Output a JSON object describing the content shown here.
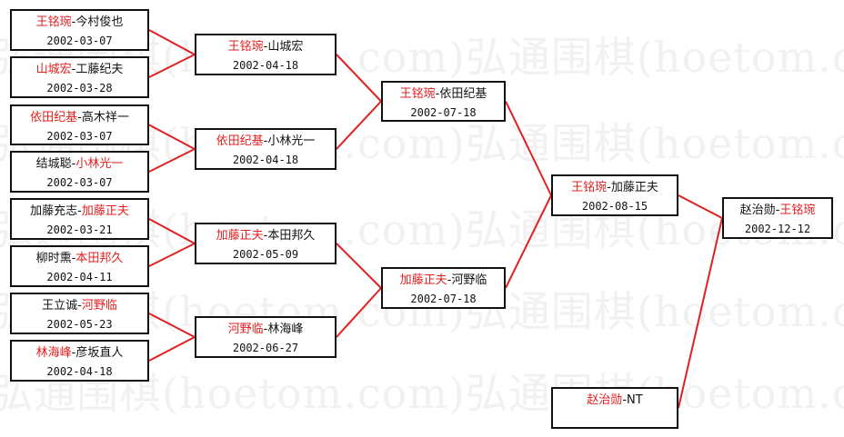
{
  "watermark": "弘通围棋(hoetom.com)弘通围棋(hoetom.com)弘通围棋",
  "colors": {
    "winner": "#e02020",
    "line": "#e02020",
    "border": "#111111"
  },
  "matches": [
    {
      "id": "r1m1",
      "p1": "王铭琬",
      "p2": "今村俊也",
      "winner": 1,
      "date": "2002-03-07"
    },
    {
      "id": "r1m2",
      "p1": "山城宏",
      "p2": "工藤纪夫",
      "winner": 1,
      "date": "2002-03-28"
    },
    {
      "id": "r1m3",
      "p1": "依田纪基",
      "p2": "高木祥一",
      "winner": 1,
      "date": "2002-03-07"
    },
    {
      "id": "r1m4",
      "p1": "结城聪",
      "p2": "小林光一",
      "winner": 2,
      "date": "2002-03-07"
    },
    {
      "id": "r1m5",
      "p1": "加藤充志",
      "p2": "加藤正夫",
      "winner": 2,
      "date": "2002-03-21"
    },
    {
      "id": "r1m6",
      "p1": "柳时熏",
      "p2": "本田邦久",
      "winner": 2,
      "date": "2002-04-11"
    },
    {
      "id": "r1m7",
      "p1": "王立诚",
      "p2": "河野临",
      "winner": 2,
      "date": "2002-05-23"
    },
    {
      "id": "r1m8",
      "p1": "林海峰",
      "p2": "彦坂直人",
      "winner": 1,
      "date": "2002-04-18"
    },
    {
      "id": "r2m1",
      "p1": "王铭琬",
      "p2": "山城宏",
      "winner": 1,
      "date": "2002-04-18"
    },
    {
      "id": "r2m2",
      "p1": "依田纪基",
      "p2": "小林光一",
      "winner": 1,
      "date": "2002-04-18"
    },
    {
      "id": "r2m3",
      "p1": "加藤正夫",
      "p2": "本田邦久",
      "winner": 1,
      "date": "2002-05-09"
    },
    {
      "id": "r2m4",
      "p1": "河野临",
      "p2": "林海峰",
      "winner": 1,
      "date": "2002-06-27"
    },
    {
      "id": "r3m1",
      "p1": "王铭琬",
      "p2": "依田纪基",
      "winner": 1,
      "date": "2002-07-18"
    },
    {
      "id": "r3m2",
      "p1": "加藤正夫",
      "p2": "河野临",
      "winner": 1,
      "date": "2002-07-18"
    },
    {
      "id": "r4m1",
      "p1": "王铭琬",
      "p2": "加藤正夫",
      "winner": 1,
      "date": "2002-08-15"
    },
    {
      "id": "r4m2",
      "p1": "赵治勋",
      "p2": "NT",
      "winner": 1,
      "date": ""
    },
    {
      "id": "final",
      "p1": "赵治勋",
      "p2": "王铭琬",
      "winner": 2,
      "date": "2002-12-12"
    }
  ]
}
